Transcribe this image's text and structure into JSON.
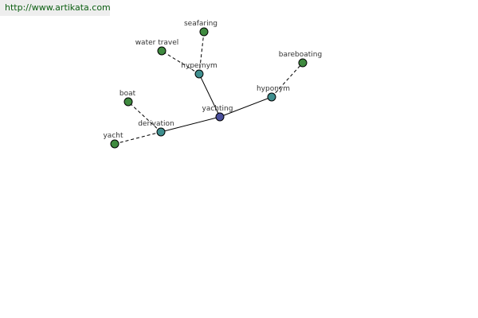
{
  "banner": {
    "text": "http://www.artikata.com"
  },
  "graph": {
    "root": {
      "id": "yachting",
      "label": "yachting"
    },
    "relations": [
      {
        "id": "hypernym",
        "label": "hypernym"
      },
      {
        "id": "hyponym",
        "label": "hyponym"
      },
      {
        "id": "derivation",
        "label": "derivation"
      }
    ],
    "terms": [
      {
        "id": "seafaring",
        "label": "seafaring",
        "relation": "hypernym"
      },
      {
        "id": "water-travel",
        "label": "water travel",
        "relation": "hypernym"
      },
      {
        "id": "bareboating",
        "label": "bareboating",
        "relation": "hyponym"
      },
      {
        "id": "boat",
        "label": "boat",
        "relation": "derivation"
      },
      {
        "id": "yacht",
        "label": "yacht",
        "relation": "derivation"
      }
    ],
    "colors": {
      "root": "#4a4f9c",
      "relation": "#3f8f8f",
      "term": "#3f8a3f",
      "edge": "#000000"
    }
  }
}
